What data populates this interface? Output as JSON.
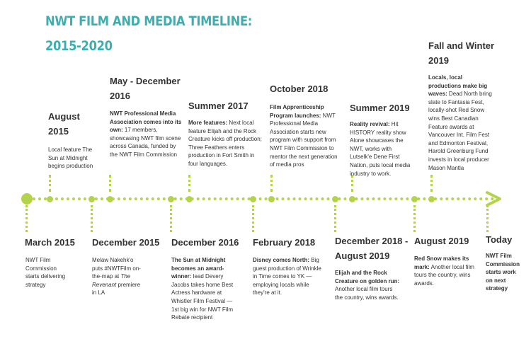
{
  "header": {
    "title_line1": "NWT FILM AND MEDIA TIMELINE:",
    "title_line2": "2015-2020"
  },
  "colors": {
    "title": "#3aaeb0",
    "timeline": "#b3d44a",
    "text": "#333333"
  },
  "events": {
    "march_2015": {
      "date": "March 2015",
      "desc": "NWT Film Commission starts delivering strategy"
    },
    "august_2015": {
      "date1": "August",
      "date2": "2015",
      "desc": "Local feature The Sun at Midnight begins production"
    },
    "december_2015": {
      "date": "December 2015",
      "desc_a": "Melaw Nakehk'o puts #NWTFilm on-the-map at ",
      "desc_em": "The Revenant",
      "desc_b": " premiere in LA"
    },
    "may_dec_2016": {
      "date1": "May - December",
      "date2": "2016",
      "bold": "NWT Professional Media Association comes into its own:",
      "desc": "  17 members, showcasing NWT film scene across Canada, funded by the NWT Film Commission"
    },
    "december_2016": {
      "date": "December 2016",
      "bold": "The Sun at Midnight becomes an award-winner:",
      "desc": " lead Devery Jacobs takes home Best Actress hardware at Whistler Film Festival — 1st big win for NWT Film Rebate recipient"
    },
    "summer_2017": {
      "date": "Summer 2017",
      "bold": "More features:",
      "desc": "  Next local feature Elijah and the Rock Creature kicks off production; Three Feathers enters production in Fort Smith in four languages."
    },
    "february_2018": {
      "date": "February 2018",
      "bold": "Disney comes North:",
      "desc": " Big guest production of Wrinkle in Time comes to YK — employing locals while they're at it."
    },
    "october_2018": {
      "date": "October 2018",
      "bold": "Film Apprenticeship Program launches:",
      "desc": " NWT Professional Media Association starts new program with support from NWT Film Commission to mentor the next generation of media pros"
    },
    "dec2018_aug2019": {
      "date1": "December 2018 -",
      "date2": "August 2019",
      "bold": "Elijah and the Rock Creature on golden run:",
      "desc": " Another local film tours the country, wins awards."
    },
    "summer_2019": {
      "date": "Summer 2019",
      "bold": "Reality revival:",
      "desc": " Hit HISTORY reality show Alone showcases the NWT, works with Lutselk'e Dene First Nation, puts local media industry to work."
    },
    "august_2019": {
      "date": "August 2019",
      "bold": "Red Snow makes its mark:",
      "desc": " Another local film tours the country, wins awards."
    },
    "fall_winter_2019": {
      "date1": "Fall and Winter",
      "date2": "2019",
      "bold": "Locals, local productions make big waves:",
      "desc": " Dead North bring slate to Fantasia Fest, locally-shot Red Snow wins Best Canadian Feature awards at Vancouver Int. Film Fest and Edmonton Festival, Harold Greenburg Fund invests in local producer Mason Mantla"
    },
    "today": {
      "date": "Today",
      "desc": "NWT Film Commission starts work on next strategy"
    }
  }
}
